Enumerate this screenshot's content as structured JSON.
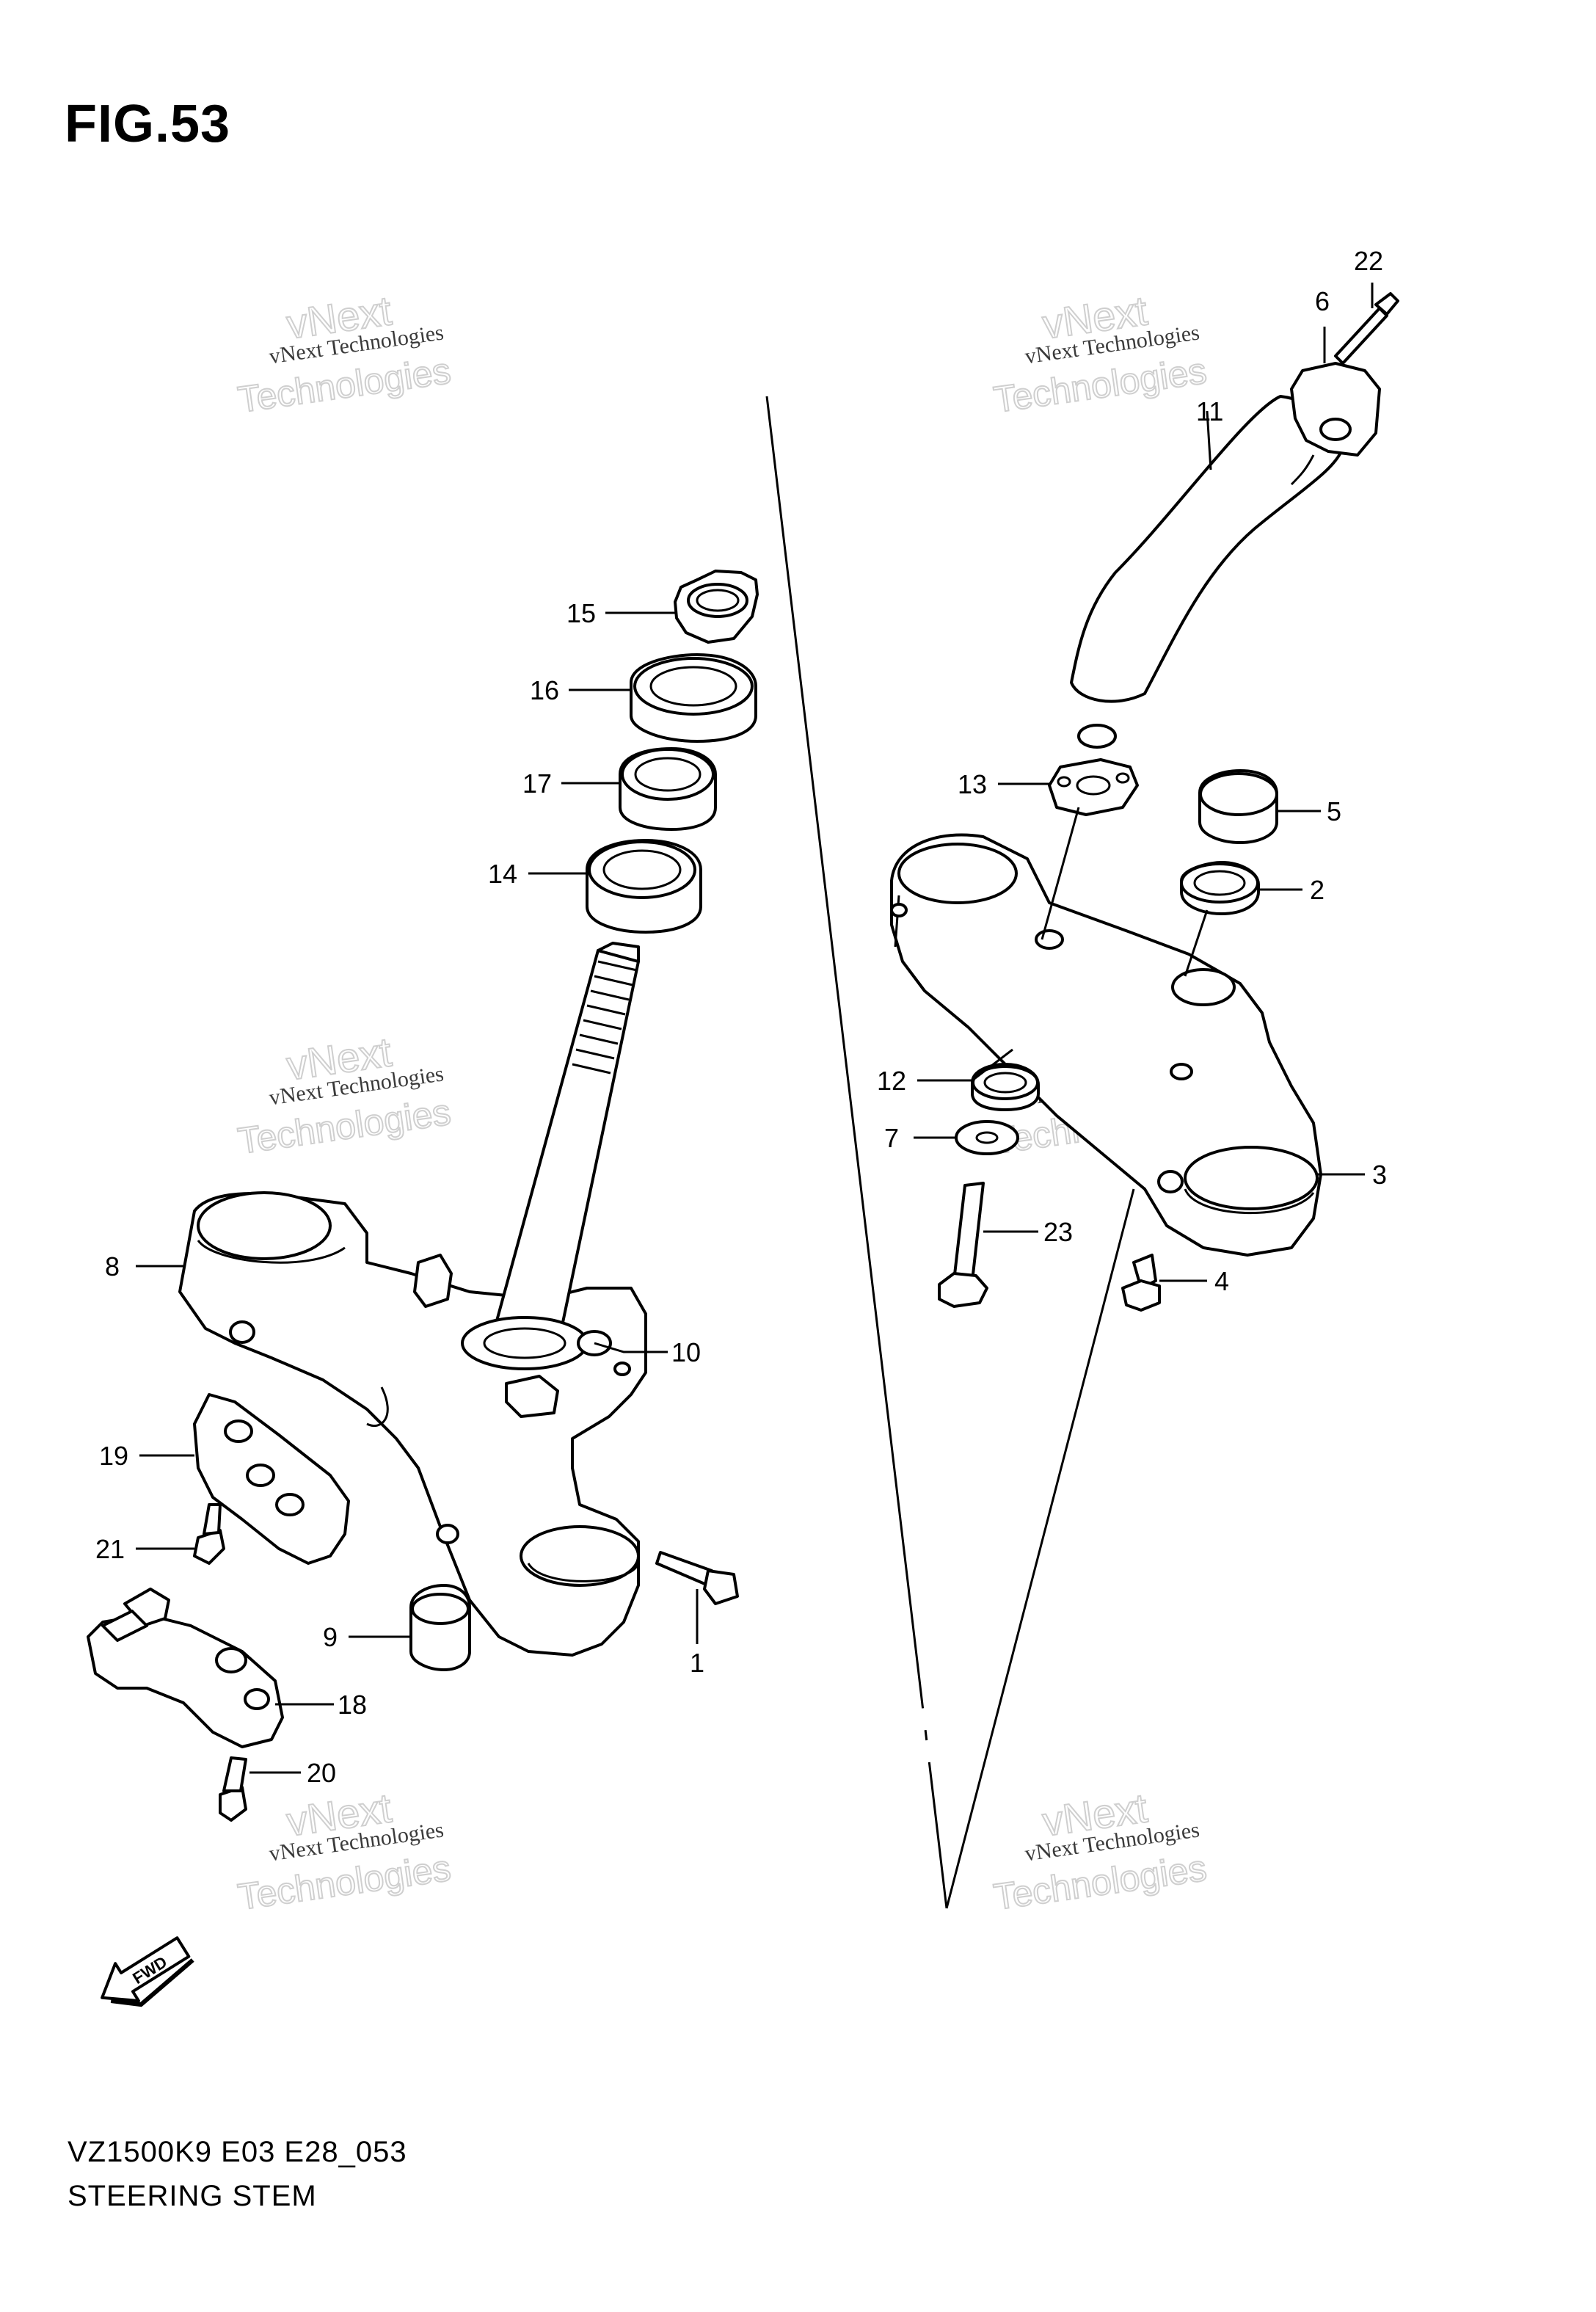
{
  "figure": {
    "title": "FIG.53"
  },
  "footer": {
    "model_code": "VZ1500K9 E03 E28_053",
    "assembly_name": "STEERING STEM"
  },
  "watermark": {
    "line1": "vNext Technologies",
    "line2": "vNext",
    "line3": "Technologies"
  },
  "fwd_arrow": {
    "label": "FWD"
  },
  "callouts": {
    "c1": "1",
    "c2": "2",
    "c3": "3",
    "c4": "4",
    "c5": "5",
    "c6": "6",
    "c7": "7",
    "c8": "8",
    "c9": "9",
    "c10": "10",
    "c11": "11",
    "c12": "12",
    "c13": "13",
    "c14": "14",
    "c15": "15",
    "c16": "16",
    "c17": "17",
    "c18": "18",
    "c19": "19",
    "c20": "20",
    "c21": "21",
    "c22": "22",
    "c23": "23"
  }
}
